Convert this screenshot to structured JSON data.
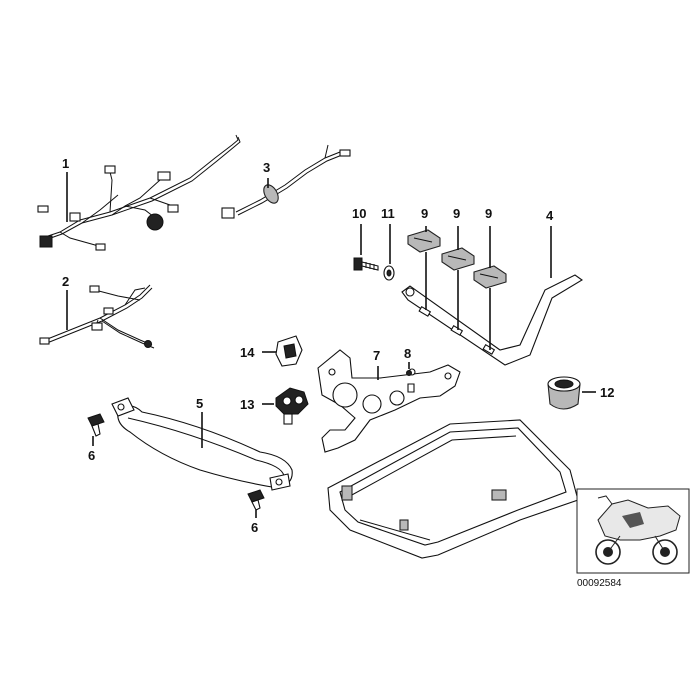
{
  "diagram": {
    "callouts": [
      {
        "id": "c1",
        "label": "1"
      },
      {
        "id": "c2",
        "label": "2"
      },
      {
        "id": "c3",
        "label": "3"
      },
      {
        "id": "c4",
        "label": "4"
      },
      {
        "id": "c5",
        "label": "5"
      },
      {
        "id": "c6a",
        "label": "6"
      },
      {
        "id": "c6b",
        "label": "6"
      },
      {
        "id": "c7",
        "label": "7"
      },
      {
        "id": "c8",
        "label": "8"
      },
      {
        "id": "c9a",
        "label": "9"
      },
      {
        "id": "c9b",
        "label": "9"
      },
      {
        "id": "c9c",
        "label": "9"
      },
      {
        "id": "c10",
        "label": "10"
      },
      {
        "id": "c11",
        "label": "11"
      },
      {
        "id": "c12",
        "label": "12"
      },
      {
        "id": "c13",
        "label": "13"
      },
      {
        "id": "c14",
        "label": "14"
      }
    ],
    "reference_number": "00092584"
  }
}
